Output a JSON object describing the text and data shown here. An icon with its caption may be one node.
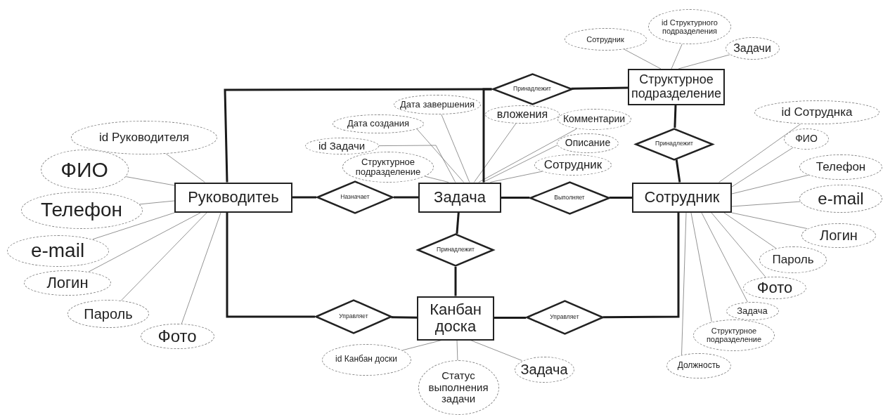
{
  "diagram": {
    "nodes": [
      {
        "text": [
          "Структурное подразделение"
        ]
      },
      {
        "text": [
          "Сотрудник"
        ]
      },
      {
        "text": [
          "id Структурного подразделения"
        ]
      },
      {
        "text": [
          "Задачи"
        ]
      },
      {
        "text": [
          "Принадлежит"
        ]
      },
      {
        "text": [
          "Дата завершения"
        ]
      },
      {
        "text": [
          "вложения"
        ]
      },
      {
        "text": [
          "Комментарии"
        ]
      },
      {
        "text": [
          "Дата создания"
        ]
      },
      {
        "text": [
          "id Сотруднка"
        ]
      },
      {
        "text": [
          "id Задачи"
        ]
      },
      {
        "text": [
          "Описание"
        ]
      },
      {
        "text": [
          "id Руководителя"
        ]
      },
      {
        "text": [
          "Принадлежит"
        ]
      },
      {
        "text": [
          "Структурное подразделение"
        ]
      },
      {
        "text": [
          "Сотрудник"
        ]
      },
      {
        "text": [
          "ФИО"
        ]
      },
      {
        "text": [
          "ФИО"
        ]
      },
      {
        "text": [
          "Телефон"
        ]
      },
      {
        "text": [
          "Руководитеь"
        ]
      },
      {
        "text": [
          "Назначает"
        ]
      },
      {
        "text": [
          "Задача"
        ]
      },
      {
        "text": [
          "Выполняет"
        ]
      },
      {
        "text": [
          "Сотрудник"
        ]
      },
      {
        "text": [
          "e-mail"
        ]
      },
      {
        "text": [
          "Телефон"
        ]
      },
      {
        "text": [
          "Логин"
        ]
      },
      {
        "text": [
          "e-mail"
        ]
      },
      {
        "text": [
          "Принадлежит"
        ]
      },
      {
        "text": [
          "Пароль"
        ]
      },
      {
        "text": [
          "Логин"
        ]
      },
      {
        "text": [
          "Фото"
        ]
      },
      {
        "text": [
          "Пароль"
        ]
      },
      {
        "text": [
          "Задача"
        ]
      },
      {
        "text": [
          "Канбан доска"
        ]
      },
      {
        "text": [
          "Управляет"
        ]
      },
      {
        "text": [
          "Управляет"
        ]
      },
      {
        "text": [
          "Фото"
        ]
      },
      {
        "text": [
          "Структурное подразделение"
        ]
      },
      {
        "text": [
          "id Канбан доски"
        ]
      },
      {
        "text": [
          "Задача"
        ]
      },
      {
        "text": [
          "Должность"
        ]
      },
      {
        "text": [
          "Статус выполнения задачи"
        ]
      }
    ],
    "edges": [
      {
        "from": 0,
        "to": 1,
        "arrow": "none"
      },
      {
        "from": 0,
        "to": 2,
        "arrow": "none"
      },
      {
        "from": 0,
        "to": 3,
        "arrow": "none"
      },
      {
        "from": 19,
        "to": 12,
        "arrow": "none"
      },
      {
        "from": 19,
        "to": 17,
        "arrow": "none"
      },
      {
        "from": 19,
        "to": 25,
        "arrow": "none"
      },
      {
        "from": 19,
        "to": 27,
        "arrow": "none"
      },
      {
        "from": 19,
        "to": 30,
        "arrow": "none"
      },
      {
        "from": 19,
        "to": 32,
        "arrow": "none"
      },
      {
        "from": 19,
        "to": 37,
        "arrow": "none"
      },
      {
        "from": 21,
        "to": 5,
        "arrow": "none"
      },
      {
        "from": 21,
        "to": 8,
        "arrow": "none"
      },
      {
        "from": 21,
        "to": 10,
        "arrow": "none"
      },
      {
        "from": 21,
        "to": 14,
        "arrow": "none"
      },
      {
        "from": 21,
        "to": 6,
        "arrow": "none"
      },
      {
        "from": 21,
        "to": 7,
        "arrow": "none"
      },
      {
        "from": 21,
        "to": 11,
        "arrow": "none"
      },
      {
        "from": 21,
        "to": 15,
        "arrow": "none"
      },
      {
        "from": 23,
        "to": 9,
        "arrow": "none"
      },
      {
        "from": 23,
        "to": 16,
        "arrow": "none"
      },
      {
        "from": 23,
        "to": 18,
        "arrow": "none"
      },
      {
        "from": 23,
        "to": 24,
        "arrow": "none"
      },
      {
        "from": 23,
        "to": 26,
        "arrow": "none"
      },
      {
        "from": 23,
        "to": 29,
        "arrow": "none"
      },
      {
        "from": 23,
        "to": 31,
        "arrow": "none"
      },
      {
        "from": 23,
        "to": 33,
        "arrow": "none"
      },
      {
        "from": 23,
        "to": 38,
        "arrow": "none"
      },
      {
        "from": 23,
        "to": 41,
        "arrow": "none"
      },
      {
        "from": 34,
        "to": 39,
        "arrow": "none"
      },
      {
        "from": 34,
        "to": 42,
        "arrow": "none"
      },
      {
        "from": 34,
        "to": 40,
        "arrow": "none"
      },
      {
        "from": 19,
        "to": 4,
        "arrow": "none",
        "style": "thick",
        "color": "#1a1a1a"
      },
      {
        "from": 21,
        "to": 4,
        "arrow": "none",
        "style": "thick",
        "color": "#1a1a1a"
      },
      {
        "from": 4,
        "to": 0,
        "arrow": "none",
        "style": "thick",
        "color": "#1a1a1a"
      },
      {
        "from": 0,
        "to": 13,
        "arrow": "none",
        "style": "thick",
        "color": "#1a1a1a"
      },
      {
        "from": 13,
        "to": 23,
        "arrow": "none",
        "style": "thick",
        "color": "#1a1a1a"
      },
      {
        "from": 19,
        "to": 20,
        "arrow": "none",
        "style": "thick",
        "color": "#1a1a1a"
      },
      {
        "from": 20,
        "to": 21,
        "arrow": "none",
        "style": "thick",
        "color": "#1a1a1a"
      },
      {
        "from": 21,
        "to": 22,
        "arrow": "none",
        "style": "thick",
        "color": "#1a1a1a"
      },
      {
        "from": 22,
        "to": 23,
        "arrow": "none",
        "style": "thick",
        "color": "#1a1a1a"
      },
      {
        "from": 21,
        "to": 28,
        "arrow": "none",
        "style": "thick",
        "color": "#1a1a1a"
      },
      {
        "from": 28,
        "to": 34,
        "arrow": "none",
        "style": "thick",
        "color": "#1a1a1a"
      },
      {
        "from": 19,
        "to": 35,
        "arrow": "none",
        "style": "thick",
        "color": "#1a1a1a"
      },
      {
        "from": 35,
        "to": 34,
        "arrow": "none",
        "style": "thick",
        "color": "#1a1a1a"
      },
      {
        "from": 34,
        "to": 36,
        "arrow": "none",
        "style": "thick",
        "color": "#1a1a1a"
      },
      {
        "from": 36,
        "to": 23,
        "arrow": "none",
        "style": "thick",
        "color": "#1a1a1a"
      }
    ]
  }
}
